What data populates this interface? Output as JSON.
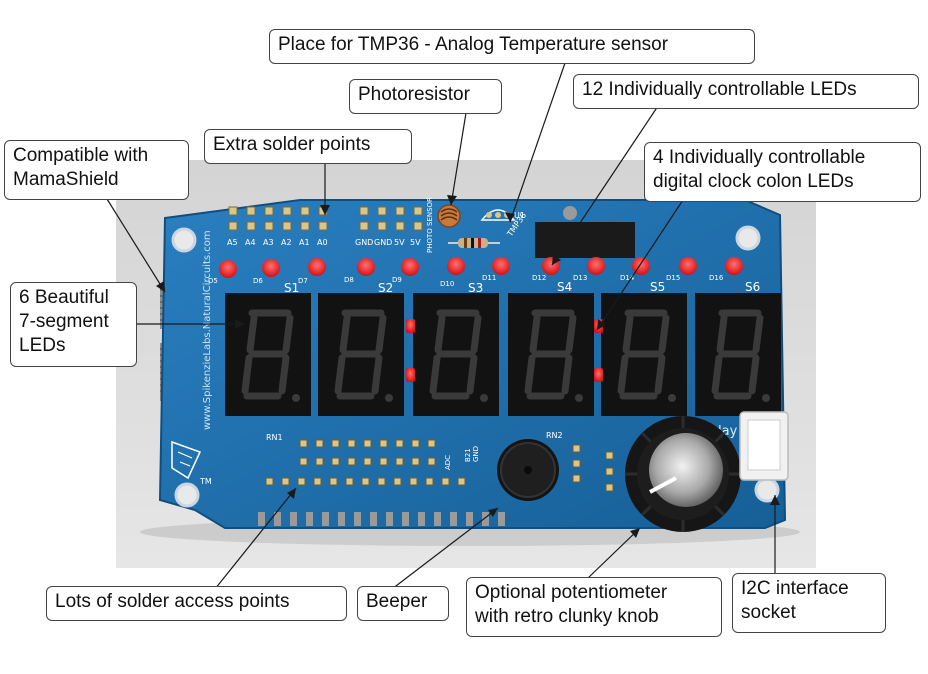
{
  "callouts": {
    "tmp36": "Place for TMP36 - Analog Temperature sensor",
    "photoresistor": "Photoresistor",
    "twelve_leds": "12 Individually controllable LEDs",
    "extra_solder": "Extra solder points",
    "mamashield": "Compatible with\nMamaShield",
    "colon_leds": "4 Individually controllable\ndigital clock colon LEDs",
    "seven_segment": "6 Beautiful\n7-segment\nLEDs",
    "solder_access": "Lots of solder access points",
    "beeper": "Beeper",
    "potentiometer": "Optional potentiometer\nwith retro clunky knob",
    "i2c": "I2C interface\nsocket"
  },
  "board": {
    "analog_pins": [
      "A5",
      "A4",
      "A3",
      "A2",
      "A1",
      "A0"
    ],
    "power_pins": [
      "GND",
      "GND",
      "5V",
      "5V"
    ],
    "photo_sensor_label": "PHOTO SENSOR",
    "tmp36_label": "TMP36",
    "u1_label": "U1",
    "led_labels": [
      "D5",
      "D6",
      "D7",
      "D8",
      "D9",
      "D10",
      "D11",
      "D12",
      "D13",
      "D14",
      "D15",
      "D16"
    ],
    "digit_labels": [
      "S1",
      "S2",
      "S3",
      "S4",
      "S5",
      "S6"
    ],
    "side_text": "www.SpikenzieLabs.NaturalCircuits.com",
    "product_name": "Doomsday Clock",
    "rn1": "RN1",
    "rn2": "RN2",
    "tm": "TM",
    "gnd_label": "GND",
    "b21_label": "B21",
    "adc_label": "ADC"
  },
  "colors": {
    "pcb": "#1b6fae",
    "led_red": "#e8161b",
    "display_black": "#121212",
    "knob": "#1a1a1a"
  }
}
